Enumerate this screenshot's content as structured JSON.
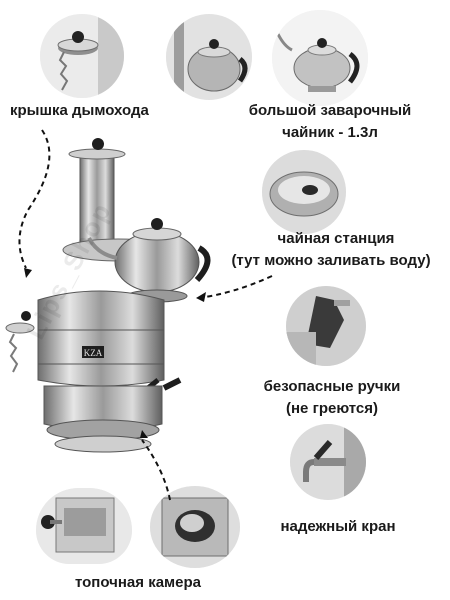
{
  "labels": {
    "chimney_cap": "крышка дымохода",
    "teapot_line1": "большой заварочный",
    "teapot_line2": "чайник - 1.3л",
    "tea_station_line1": "чайная станция",
    "tea_station_line2": "(тут можно заливать воду)",
    "handles_line1": "безопасные ручки",
    "handles_line2": "(не греются)",
    "tap": "надежный кран",
    "firebox": "топочная камера"
  },
  "brand": "KZA",
  "watermark": "Lips_Shop"
}
